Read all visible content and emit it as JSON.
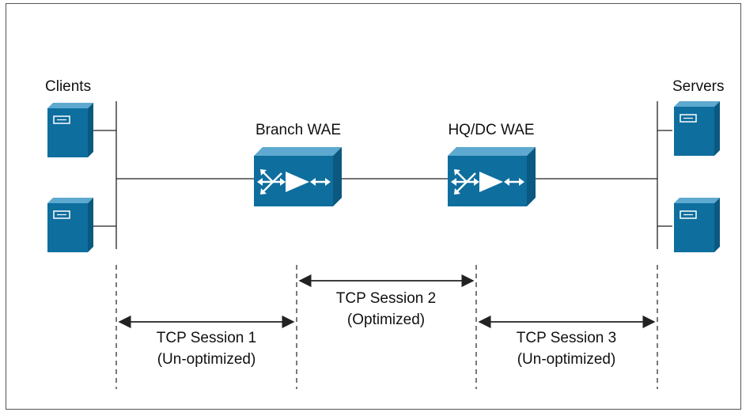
{
  "labels": {
    "clients": "Clients",
    "servers": "Servers",
    "branch_wae": "Branch WAE",
    "hq_wae": "HQ/DC WAE"
  },
  "sessions": [
    {
      "line1": "TCP Session 1",
      "line2": "(Un-optimized)"
    },
    {
      "line1": "TCP Session 2",
      "line2": "(Optimized)"
    },
    {
      "line1": "TCP Session 3",
      "line2": "(Un-optimized)"
    }
  ],
  "colors": {
    "device": "#0e6e9e",
    "device_side": "#0b5880",
    "device_top": "#5da9cf",
    "line": "#222222"
  }
}
